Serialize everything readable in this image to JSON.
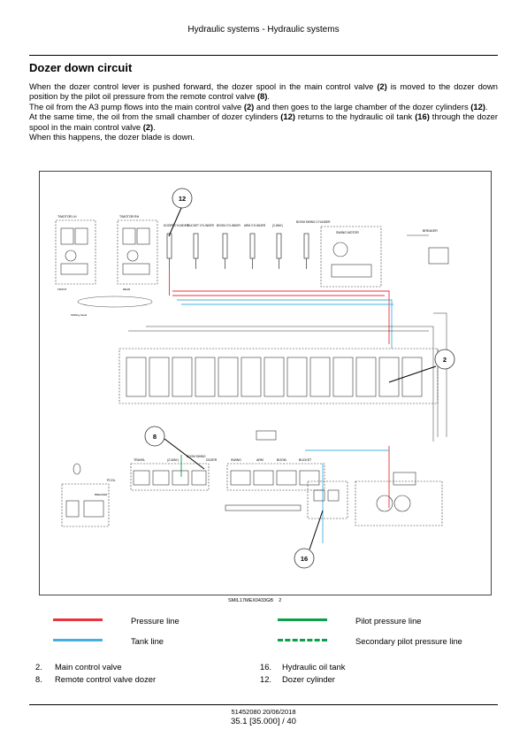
{
  "header": {
    "title": "Hydraulic systems - Hydraulic systems"
  },
  "section": {
    "title": "Dozer down circuit"
  },
  "paragraphs": [
    {
      "s1": "When the dozer control lever is pushed forward, the dozer spool in the main control valve ",
      "b1": "(2)",
      "s2": " is moved to the dozer down position by the pilot oil pressure from the remote control valve ",
      "b2": "(8)",
      "s3": "."
    },
    {
      "s1": "The oil from the A3 pump flows into the main control valve ",
      "b1": "(2)",
      "s2": " and then goes to the large chamber of the dozer cylinders ",
      "b2": "(12)",
      "s3": "."
    },
    {
      "s1": "At the same time, the oil from the small chamber of dozer cylinders ",
      "b1": "(12)",
      "s2": " returns to the hydraulic oil tank ",
      "b2": "(16)",
      "s3": " through the dozer spool in the main control valve ",
      "b3": "(2)",
      "s4": "."
    },
    {
      "s1": "When this happens, the dozer blade is down."
    }
  ],
  "figure": {
    "caption_code": "SMIL17MEX0433GB",
    "caption_num": "2",
    "callouts": {
      "c12": "12",
      "c2": "2",
      "c8": "8",
      "c16": "16"
    },
    "labels": {
      "travel_motor_lh": "T/MOTOR LH",
      "travel_motor_rh": "T/MOTOR RH",
      "dozer_cyl": "DOZER CYLINDER",
      "bucket_cyl": "BUCKET CYLINDER",
      "boom_cyl": "BOOM CYLINDER",
      "arm_cyl": "ARM CYLINDER",
      "two_way": "(2-WAY)",
      "boom_swing_cyl": "BOOM SWING CYLINDER",
      "swing_motor": "SWING MOTOR",
      "breaker": "BREAKER",
      "rcv_travel": "TRAVEL",
      "rcv_2way": "(2-WAY)",
      "rcv_boom_swing": "BOOM SWING",
      "rcv_dozer": "DOZER",
      "rcv_swing": "SWING",
      "rcv_arm": "ARM",
      "rcv_boom": "BOOM",
      "rcv_bucket": "BUCKET",
      "pcol": "PCOL",
      "breaker_small": "BREAKER",
      "front": "FRONT",
      "rear": "REAR",
      "shifting": "Shifting travel"
    }
  },
  "legend": {
    "pressure": {
      "label": "Pressure line",
      "color": "#e8323c"
    },
    "pilot": {
      "label": "Pilot pressure line",
      "color": "#0aa04a"
    },
    "tank": {
      "label": "Tank line",
      "color": "#45b0e0"
    },
    "secondary_pilot": {
      "label": "Secondary pilot pressure line",
      "color": "#0aa04a"
    }
  },
  "items": [
    {
      "num": "2.",
      "label": "Main control valve"
    },
    {
      "num": "8.",
      "label": "Remote control valve dozer"
    },
    {
      "num": "16.",
      "label": "Hydraulic oil tank"
    },
    {
      "num": "12.",
      "label": "Dozer cylinder"
    }
  ],
  "footer": {
    "doc": "51452080 20/06/2018",
    "page": "35.1 [35.000] / 40"
  }
}
